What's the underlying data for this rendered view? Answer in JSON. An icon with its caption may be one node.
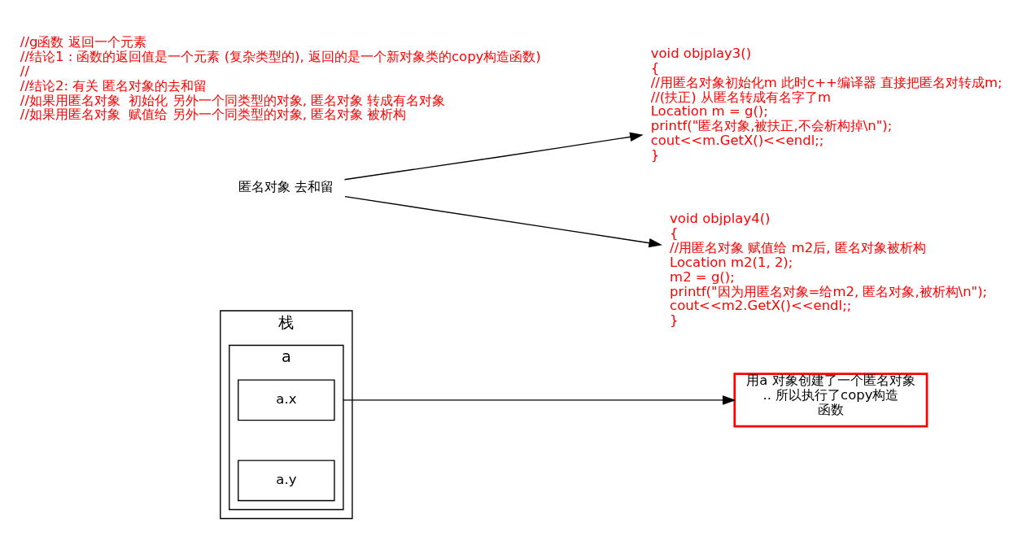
{
  "diagram": {
    "nodes": [
      {
        "text": [
          "栈"
        ]
      },
      {
        "text": [
          "a"
        ],
        "in": 0
      },
      {
        "text": [
          "a.x"
        ],
        "in": 1
      },
      {
        "text": [
          "a.y"
        ],
        "in": 1
      },
      {
        "text": [
          "用a 对象创建了一个匿名对象.. 所以执行了copy构造函数"
        ]
      },
      {
        "text": [
          "匿名对象 去和留"
        ]
      },
      {
        "text": [
          "void objplay3()",
          "{",
          "//用匿名对象初始化m 此时c++编译器 直接把匿名对转成m;",
          "//(扶正) 从匿名转成有名字了m",
          "Location m = g();",
          "printf(\"匿名对象,被扶正,不会析构掉\\n\");",
          "cout<<m.GetX()<<endl;;",
          "}"
        ]
      },
      {
        "text": [
          "void objplay4()",
          "{",
          "//用匿名对象 赋值给 m2后, 匿名对象被析构",
          "Location m2(1, 2);",
          "m2 = g();",
          "printf(\"因为用匿名对象=给m2, 匿名对象,被析构\\n\");",
          "cout<<m2.GetX()<<endl;;",
          "}"
        ]
      }
    ],
    "edges": [
      {
        "from": 1,
        "to": 4,
        "arrow": "to"
      },
      {
        "from": 5,
        "to": 6,
        "arrow": "to"
      },
      {
        "from": 5,
        "to": 7,
        "arrow": "to"
      }
    ],
    "labels": [
      "//g函数 返回一个元素",
      "//结论1 : 函数的返回值是一个元素 (复杂类型的), 返回的是一个新对象类的copy构造函数)",
      "//",
      "//结论2: 有关 匿名对象的去和留",
      "//如果用匿名对象  初始化 另外一个同类型的对象, 匿名对象 转成有名对象",
      "//如果用匿名对象  赋值给 另外一个同类型的对象, 匿名对象 被析构"
    ]
  }
}
